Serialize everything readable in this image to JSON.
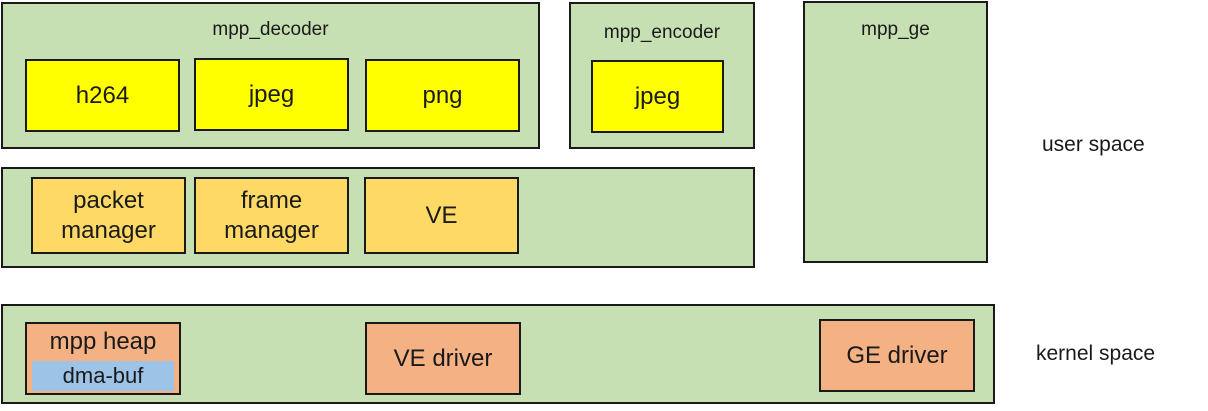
{
  "user_layer": {
    "decoder": {
      "title": "mpp_decoder",
      "modules": [
        "h264",
        "jpeg",
        "png"
      ]
    },
    "encoder": {
      "title": "mpp_encoder",
      "modules": [
        "jpeg"
      ]
    },
    "ge": {
      "title": "mpp_ge"
    },
    "common": {
      "packet_manager": "packet manager",
      "frame_manager": "frame manager",
      "ve": "VE"
    }
  },
  "kernel_layer": {
    "mpp_heap": "mpp heap",
    "dma_buf": "dma-buf",
    "ve_driver": "VE driver",
    "ge_driver": "GE driver"
  },
  "labels": {
    "user_space": "user space",
    "kernel_space": "kernel space"
  },
  "colors": {
    "container_green": "#c6e0b4",
    "codec_yellow": "#ffff00",
    "common_gold": "#ffd966",
    "driver_salmon": "#f4b183",
    "dmabuf_blue": "#9dc3e6"
  }
}
